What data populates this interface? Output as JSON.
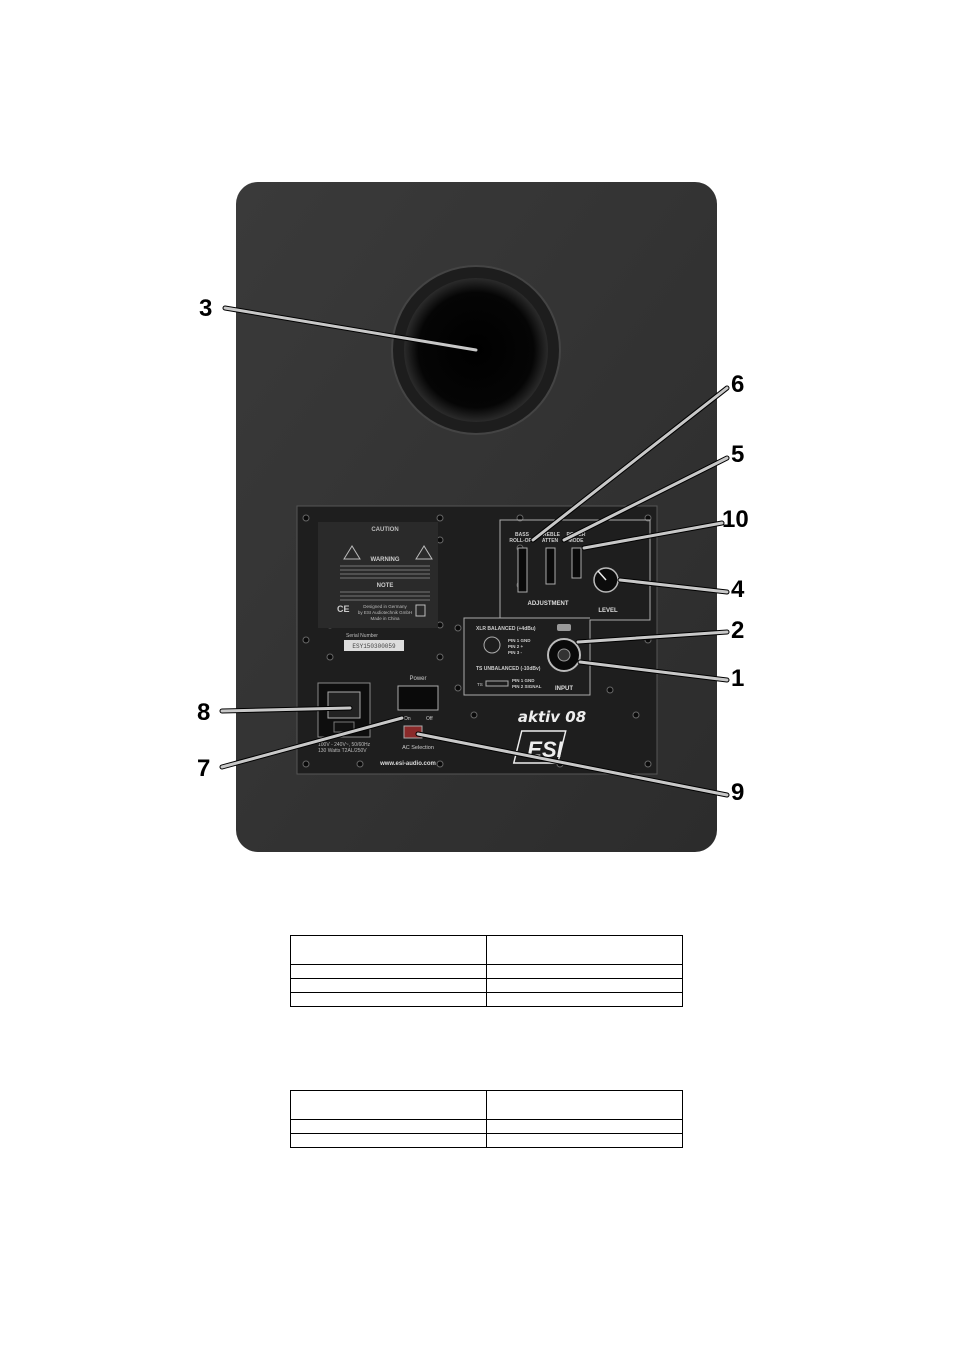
{
  "figure": {
    "callouts": [
      "3",
      "6",
      "5",
      "10",
      "4",
      "2",
      "1",
      "8",
      "7",
      "9"
    ],
    "panel": {
      "caution_title": "CAUTION",
      "warning_title": "WARNING",
      "note_title": "NOTE",
      "designed_line1": "Designed in Germany",
      "designed_line2": "by ESI Audiotechnik GmbH",
      "made_in": "Made in China",
      "serial_label": "Serial Number",
      "serial_value": "ESY150300059",
      "power_label": "Power",
      "on_label": "On",
      "off_label": "Off",
      "voltage_line1": "100V - 240V~, 50/60Hz",
      "voltage_line2": "130 Watts T2AL/250V",
      "website": "www.esi-audio.com",
      "ac_selection": "AC Selection",
      "bass_label_1": "BASS",
      "bass_label_2": "ROLL-OFF",
      "treble_label_1": "TREBLE",
      "treble_label_2": "ATTEN",
      "power_mode_1": "POWER",
      "power_mode_2": "MODE",
      "adjustment_label": "ADJUSTMENT",
      "level_label": "LEVEL",
      "xlr_label": "XLR BALANCED (+4dBu)",
      "xlr_pin1": "PIN 1 GND",
      "xlr_pin2": "PIN 2 +",
      "xlr_pin3": "PIN 3 -",
      "ts_label": "TS UNBALANCED (-10dBv)",
      "ts_short": "TS",
      "ts_pin1": "PIN 1 GND",
      "ts_pin2": "PIN 2 SIGNAL",
      "input_label": "INPUT",
      "model_name": "aktiv 08",
      "brand": "ESI"
    }
  },
  "tables": [
    {
      "rows": [
        [
          "",
          ""
        ],
        [
          "",
          ""
        ],
        [
          "",
          ""
        ],
        [
          "",
          ""
        ]
      ]
    },
    {
      "rows": [
        [
          "",
          ""
        ],
        [
          "",
          ""
        ],
        [
          "",
          ""
        ]
      ]
    }
  ]
}
